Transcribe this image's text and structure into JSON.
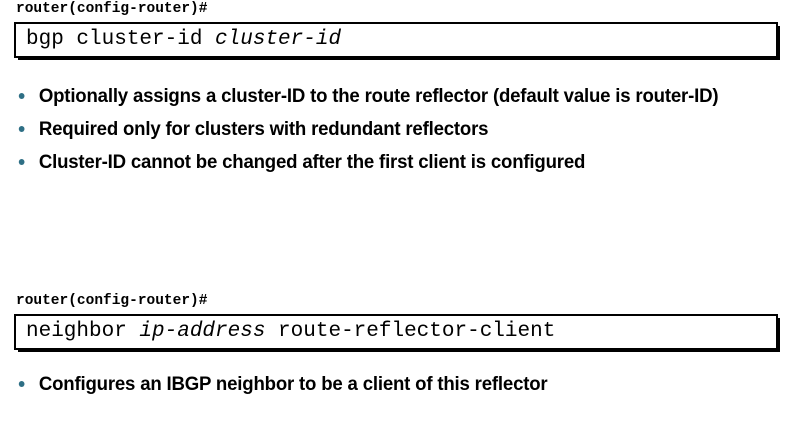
{
  "slide": {
    "background_color": "#ffffff",
    "bullet_color": "#2e6f85",
    "text_color": "#000000",
    "border_color": "#000000"
  },
  "sections": [
    {
      "prompt": "router(config-router)#",
      "command": {
        "pre": "bgp cluster-id ",
        "arg": "cluster-id",
        "post": ""
      },
      "bullets": [
        "Optionally assigns a cluster-ID to the route reflector (default value is router-ID)",
        "Required only for clusters with redundant reflectors",
        "Cluster-ID cannot be changed after the first client is configured"
      ]
    },
    {
      "prompt": "router(config-router)#",
      "command": {
        "pre": "neighbor ",
        "arg": "ip-address",
        "post": " route-reflector-client"
      },
      "bullets": [
        "Configures an IBGP neighbor to be a client of this reflector"
      ]
    }
  ]
}
